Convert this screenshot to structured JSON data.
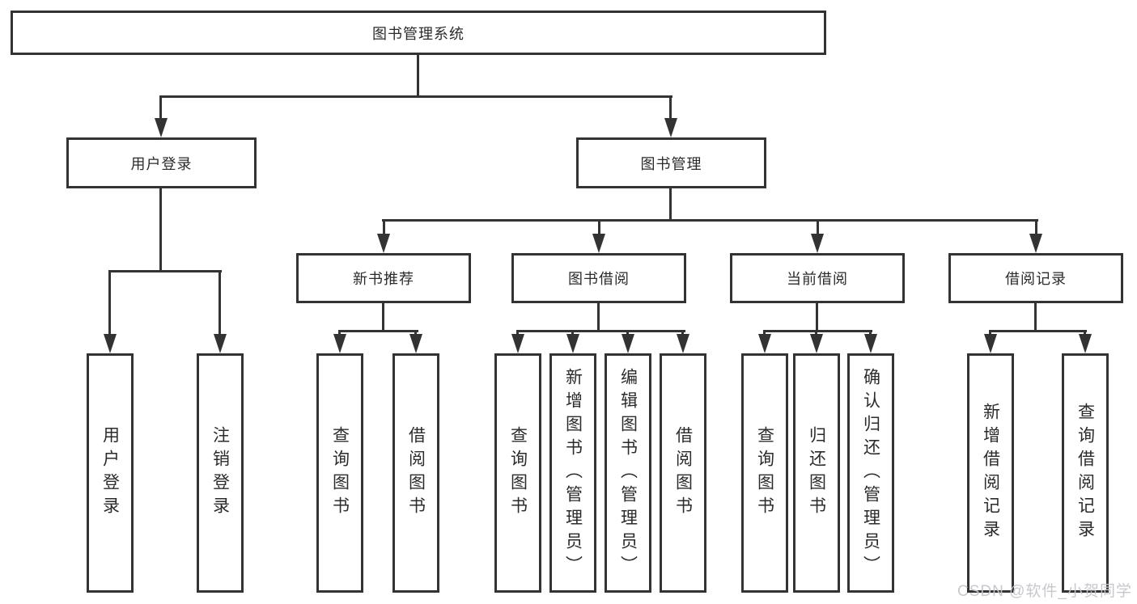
{
  "diagram": {
    "root": {
      "label": "图书管理系统"
    },
    "level1": [
      {
        "label": "用户登录"
      },
      {
        "label": "图书管理"
      }
    ],
    "level2": [
      {
        "label": "新书推荐"
      },
      {
        "label": "图书借阅"
      },
      {
        "label": "当前借阅"
      },
      {
        "label": "借阅记录"
      }
    ],
    "leaves": {
      "user_login": [
        "用户登录",
        "注销登录"
      ],
      "new_book": [
        "查询图书",
        "借阅图书"
      ],
      "book_borrow": [
        "查询图书",
        "新增图书（管理员）",
        "编辑图书（管理员）",
        "借阅图书"
      ],
      "current_borrow": [
        "查询图书",
        "归还图书",
        "确认归还（管理员）"
      ],
      "borrow_record": [
        "新增借阅记录",
        "查询借阅记录"
      ]
    }
  },
  "watermark": {
    "text": "CSDN @软件_小贺同学",
    "color": "#c3c6cc"
  },
  "colors": {
    "line": "#333333",
    "box_border": "#333333",
    "text": "#2b2b2b",
    "background": "#ffffff"
  }
}
